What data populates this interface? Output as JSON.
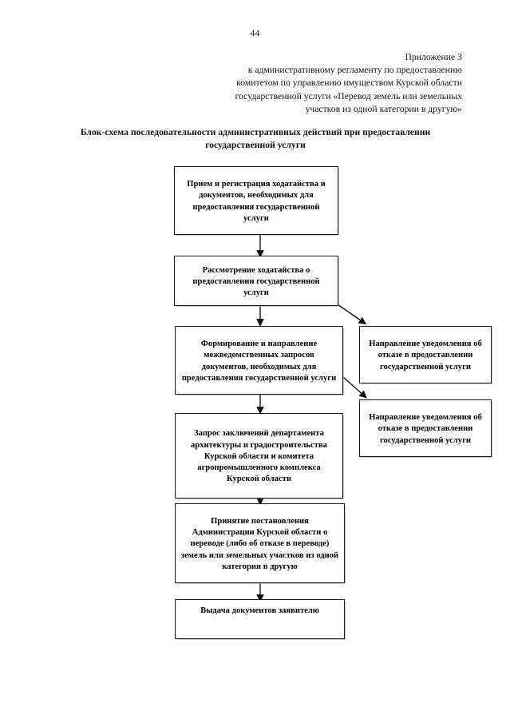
{
  "document": {
    "page_number": "44",
    "appendix_lines": [
      "Приложение 3",
      "к административному регламенту по предоставлению",
      "комитетом по управлению имуществом Курской области",
      "государственной услуги «Перевод земель или земельных",
      "участков из одной категории в другую»"
    ],
    "title": "Блок-схема последовательности административных действий при предоставлении государственной услуги"
  },
  "flowchart": {
    "type": "flowchart",
    "orientation": "top-to-bottom",
    "border_color": "#1a1a1a",
    "background_color": "#ffffff",
    "text_color": "#000000",
    "nodes": [
      {
        "id": "n1",
        "label": "Прием и регистрация ходатайства и документов, необходимых для предоставления государственной услуги",
        "column": "main"
      },
      {
        "id": "n2",
        "label": "Рассмотрение ходатайства о предоставлении государственной услуги",
        "column": "main"
      },
      {
        "id": "n3",
        "label": "Формирование и направление межведомственных запросов документов, необходимых для предоставления государственной услуги",
        "column": "main"
      },
      {
        "id": "n4",
        "label": "Запрос заключений департамента архитектуры и градостроительства Курской области и комитета агропромышленного комплекса Курской области",
        "column": "main"
      },
      {
        "id": "n5",
        "label": "Принятие постановления Администрации Курской области о переводе (либо об отказе в переводе) земель или земельных участков из одной категории в другую",
        "column": "main"
      },
      {
        "id": "n6",
        "label": "Выдача документов заявителю",
        "column": "main"
      },
      {
        "id": "r1",
        "label": "Направление уведомления об отказе в предоставлении государственной услуги",
        "column": "right"
      },
      {
        "id": "r2",
        "label": "Направление уведомления об отказе в предоставлении государственной услуги",
        "column": "right"
      }
    ],
    "edges": [
      {
        "from": "n1",
        "to": "n2",
        "kind": "vertical-arrow"
      },
      {
        "from": "n2",
        "to": "n3",
        "kind": "vertical-arrow"
      },
      {
        "from": "n3",
        "to": "n4",
        "kind": "vertical-arrow"
      },
      {
        "from": "n4",
        "to": "n5",
        "kind": "vertical-arrow"
      },
      {
        "from": "n5",
        "to": "n6",
        "kind": "vertical-arrow"
      },
      {
        "from": "n2",
        "to": "r1",
        "kind": "diagonal-arrow"
      },
      {
        "from": "n3",
        "to": "r2",
        "kind": "diagonal-arrow"
      }
    ]
  }
}
